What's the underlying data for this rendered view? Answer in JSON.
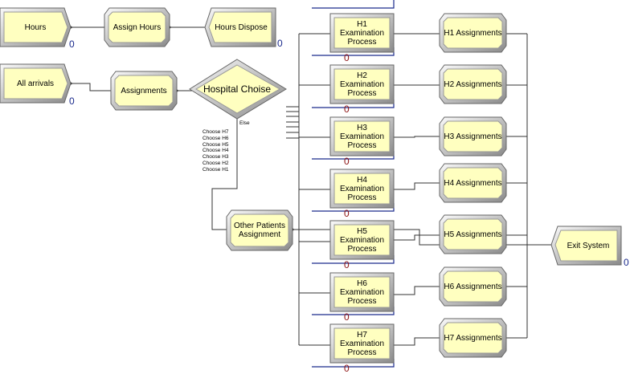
{
  "modules": {
    "hours": "Hours",
    "assign_hours": "Assign Hours",
    "hours_dispose": "Hours Dispose",
    "all_arrivals": "All arrivals",
    "assignments": "Assignments",
    "hospital_choise": "Hospital Choise",
    "other_patients": "Other Patients\nAssignment",
    "exit_system": "Exit System",
    "processes": [
      "H1 Examination\nProcess",
      "H2 Examination\nProcess",
      "H3 Examination\nProcess",
      "H4 Examination\nProcess",
      "H5 Examination\nProcess",
      "H6 Examination\nProcess",
      "H7 Examination\nProcess"
    ],
    "hospital_assignments": [
      "H1 Assignments",
      "H2 Assignments",
      "H3 Assignments",
      "H4 Assignments",
      "H5 Assignments",
      "H6 Assignments",
      "H7 Assignments"
    ]
  },
  "counters": {
    "hours": "0",
    "hours_dispose": "0",
    "all_arrivals": "0",
    "exit_system": "0",
    "processes": [
      "0",
      "0",
      "0",
      "0",
      "0",
      "0",
      "0"
    ]
  },
  "decision": {
    "else_label": "Else",
    "conditions": [
      "Choose H7",
      "Choose H6",
      "Choose H5",
      "Choose H4",
      "Choose H3",
      "Choose H2",
      "Choose H1"
    ]
  },
  "colors": {
    "module_fill": "#ffffc0",
    "module_border": "#555555",
    "counter_blue": "#1a2a8c",
    "counter_red": "#8c1010",
    "queue_line": "#1a2a8c"
  }
}
